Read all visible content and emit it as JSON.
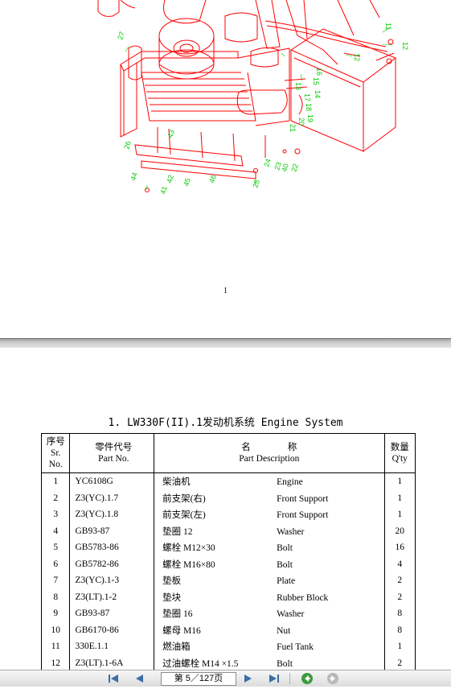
{
  "page1": {
    "page_number": "1",
    "callouts": [
      "27",
      "11",
      "12",
      "12",
      "16",
      "13",
      "15",
      "14",
      "17",
      "18",
      "19",
      "20",
      "21",
      "26",
      "42",
      "44",
      "43",
      "41",
      "45",
      "46",
      "25",
      "24",
      "23",
      "40",
      "22"
    ]
  },
  "viewer": {
    "page_prefix": "第",
    "current_page": "5",
    "page_sep": "／",
    "total_pages": "127",
    "page_suffix": "页"
  },
  "document": {
    "title": "1. LW330F(II).1发动机系统 Engine System",
    "table": {
      "headers": {
        "sr": [
          "序号",
          "Sr.",
          "No."
        ],
        "part_no": [
          "零件代号",
          "Part No."
        ],
        "desc": [
          "名　　　　称",
          "Part Description"
        ],
        "qty": [
          "数量",
          "Q'ty"
        ]
      },
      "rows": [
        {
          "sr": "1",
          "part_no": "YC6108G",
          "name_zh": "柴油机",
          "name_en": "Engine",
          "qty": "1"
        },
        {
          "sr": "2",
          "part_no": "Z3(YC).1.7",
          "name_zh": "前支架(右)",
          "name_en": "Front Support",
          "qty": "1"
        },
        {
          "sr": "3",
          "part_no": "Z3(YC).1.8",
          "name_zh": "前支架(左)",
          "name_en": "Front Support",
          "qty": "1"
        },
        {
          "sr": "4",
          "part_no": "GB93-87",
          "name_zh": "垫圈 12",
          "name_en": "Washer",
          "qty": "20"
        },
        {
          "sr": "5",
          "part_no": "GB5783-86",
          "name_zh": "螺栓 M12×30",
          "name_en": "Bolt",
          "qty": "16"
        },
        {
          "sr": "6",
          "part_no": "GB5782-86",
          "name_zh": "螺栓 M16×80",
          "name_en": "Bolt",
          "qty": "4"
        },
        {
          "sr": "7",
          "part_no": "Z3(YC).1-3",
          "name_zh": "垫板",
          "name_en": "Plate",
          "qty": "2"
        },
        {
          "sr": "8",
          "part_no": "Z3(LT).1-2",
          "name_zh": "垫块",
          "name_en": "Rubber Block",
          "qty": "2"
        },
        {
          "sr": "9",
          "part_no": "GB93-87",
          "name_zh": "垫圈 16",
          "name_en": "Washer",
          "qty": "8"
        },
        {
          "sr": "10",
          "part_no": "GB6170-86",
          "name_zh": "螺母 M16",
          "name_en": "Nut",
          "qty": "8"
        },
        {
          "sr": "11",
          "part_no": "330E.1.1",
          "name_zh": "燃油箱",
          "name_en": "Fuel Tank",
          "qty": "1"
        },
        {
          "sr": "12",
          "part_no": "Z3(LT).1-6A",
          "name_zh": "过油螺栓 M14 ×1.5",
          "name_en": "Bolt",
          "qty": "2"
        }
      ]
    }
  },
  "colors": {
    "drawing_line": "#ff0000",
    "callout": "#00cc00",
    "nav_green": "#3f9a3f"
  },
  "icons": [
    "first-page-icon",
    "prev-page-icon",
    "next-page-icon",
    "last-page-icon",
    "back-icon",
    "forward-icon"
  ]
}
